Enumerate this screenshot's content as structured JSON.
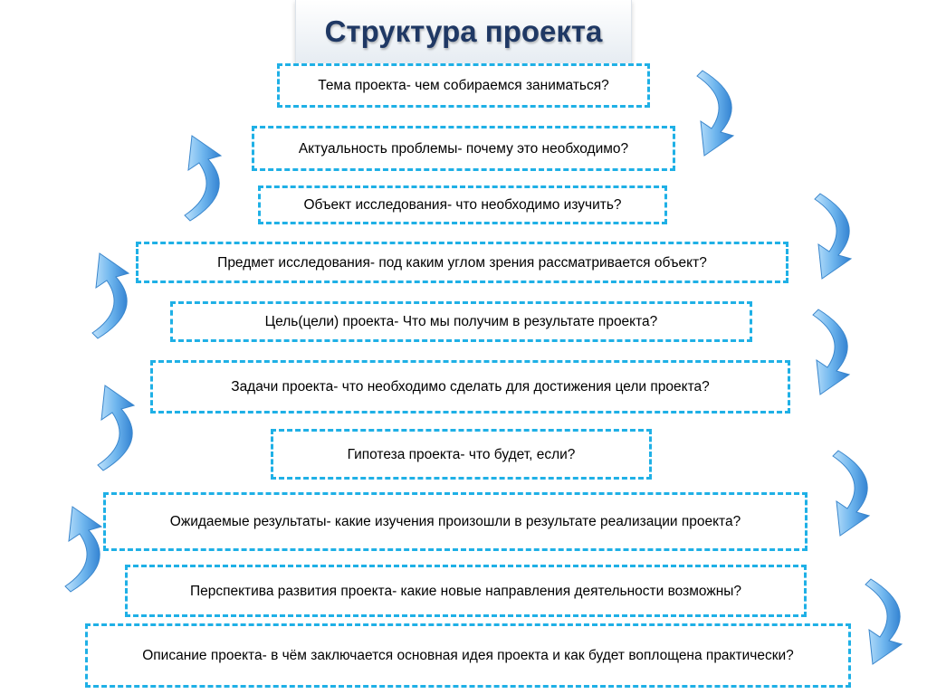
{
  "title": "Структура проекта",
  "steps": [
    "Тема проекта- чем собираемся заниматься?",
    "Актуальность проблемы- почему это необходимо?",
    "Объект исследования- что необходимо изучить?",
    "Предмет  исследования- под каким углом зрения рассматривается объект?",
    "Цель(цели) проекта- Что мы получим в результате проекта?",
    "Задачи проекта- что необходимо сделать   для достижения цели проекта?",
    "Гипотеза проекта- что будет, если?",
    "Ожидаемые результаты- какие изучения произошли в результате реализации проекта?",
    "Перспектива развития проекта- какие новые направления деятельности возможны?",
    "Описание проекта- в чём заключается основная идея проекта и как будет воплощена практически?"
  ],
  "colors": {
    "title": "#1f3864",
    "box_border": "#1fb0e6",
    "arrow": "#4a9de0"
  },
  "icons": {
    "right_arrows": "curved-down-arrow-icon",
    "left_arrows": "curved-up-arrow-icon"
  }
}
